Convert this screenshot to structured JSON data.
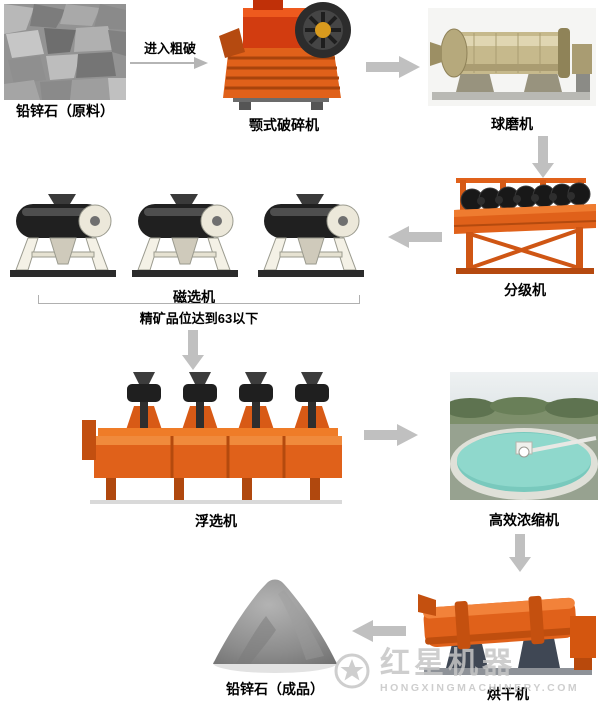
{
  "colors": {
    "background": "#ffffff",
    "arrow": "#c0c0c0",
    "label_text": "#000000",
    "equipment_orange": "#e0611a",
    "watermark_gray": "#c8c8c8"
  },
  "nodes": {
    "raw_material": {
      "label": "铅锌石（原料）",
      "type": "material-photo"
    },
    "jaw_crusher": {
      "label": "颚式破碎机",
      "type": "equipment-photo"
    },
    "ball_mill": {
      "label": "球磨机",
      "type": "equipment-photo"
    },
    "classifier": {
      "label": "分级机",
      "type": "equipment-photo"
    },
    "magnetic_separator": {
      "label": "磁选机",
      "type": "equipment-photo",
      "units": 3
    },
    "flotation_machine": {
      "label": "浮选机",
      "type": "equipment-photo"
    },
    "thickener": {
      "label": "高效浓缩机",
      "type": "equipment-photo"
    },
    "dryer": {
      "label": "烘干机",
      "type": "equipment-photo"
    },
    "finished_product": {
      "label": "铅锌石（成品）",
      "type": "material-photo"
    }
  },
  "edges": [
    {
      "from": "raw_material",
      "to": "jaw_crusher",
      "label": "进入粗破",
      "direction": "right"
    },
    {
      "from": "jaw_crusher",
      "to": "ball_mill",
      "label": "",
      "direction": "right"
    },
    {
      "from": "ball_mill",
      "to": "classifier",
      "label": "",
      "direction": "down"
    },
    {
      "from": "classifier",
      "to": "magnetic_separator",
      "label": "",
      "direction": "left"
    },
    {
      "from": "magnetic_separator",
      "to": "flotation_machine",
      "label": "精矿品位达到63以下",
      "direction": "down"
    },
    {
      "from": "flotation_machine",
      "to": "thickener",
      "label": "",
      "direction": "right"
    },
    {
      "from": "thickener",
      "to": "dryer",
      "label": "",
      "direction": "down"
    },
    {
      "from": "dryer",
      "to": "finished_product",
      "label": "",
      "direction": "left"
    }
  ],
  "annotations": {
    "enter_coarse_crushing": "进入粗破",
    "concentrate_grade_note": "精矿品位达到63以下"
  },
  "watermark": {
    "brand": "红星机器",
    "url": "HONGXINGMACHINERY.COM"
  }
}
